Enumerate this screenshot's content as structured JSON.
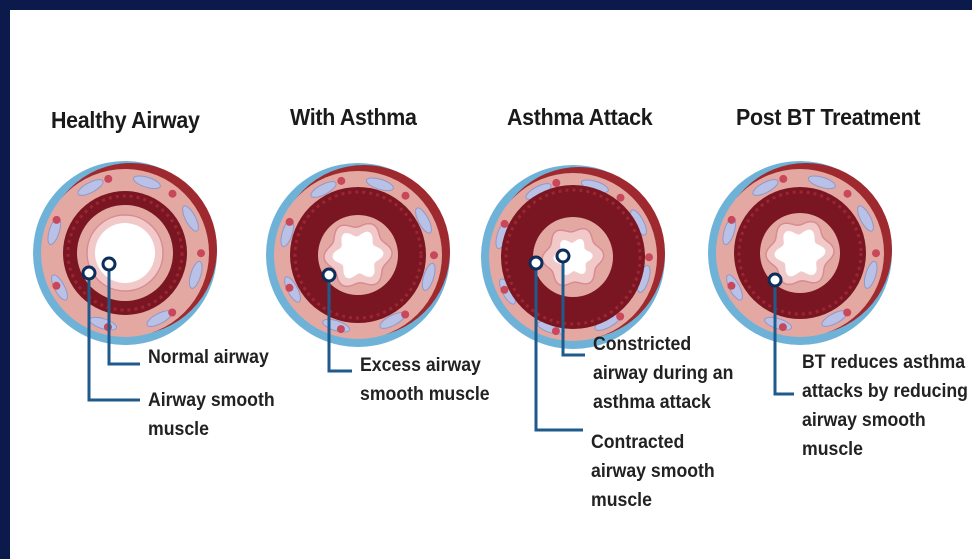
{
  "colors": {
    "frame": "#0b1a4a",
    "leader_line": "#1f5a8c",
    "outer_ring": "#6fb2d8",
    "tissue": "#e4a8a2",
    "muscle": "#7a1622",
    "lumen_lining": "#f1c9c8",
    "lumen": "#ffffff"
  },
  "panels": [
    {
      "title": "Healthy Airway",
      "labels": [
        {
          "lines": [
            "Normal airway"
          ]
        },
        {
          "lines": [
            "Airway smooth",
            "muscle"
          ]
        }
      ]
    },
    {
      "title": "With Asthma",
      "labels": [
        {
          "lines": [
            "Excess airway",
            "smooth muscle"
          ]
        }
      ]
    },
    {
      "title": "Asthma Attack",
      "labels": [
        {
          "lines": [
            "Constricted",
            "airway during an",
            "asthma attack"
          ]
        },
        {
          "lines": [
            "Contracted",
            "airway smooth",
            "muscle"
          ]
        }
      ]
    },
    {
      "title": "Post BT Treatment",
      "labels": [
        {
          "lines": [
            "BT reduces asthma",
            "attacks by reducing",
            "airway smooth",
            "muscle"
          ]
        }
      ]
    }
  ]
}
